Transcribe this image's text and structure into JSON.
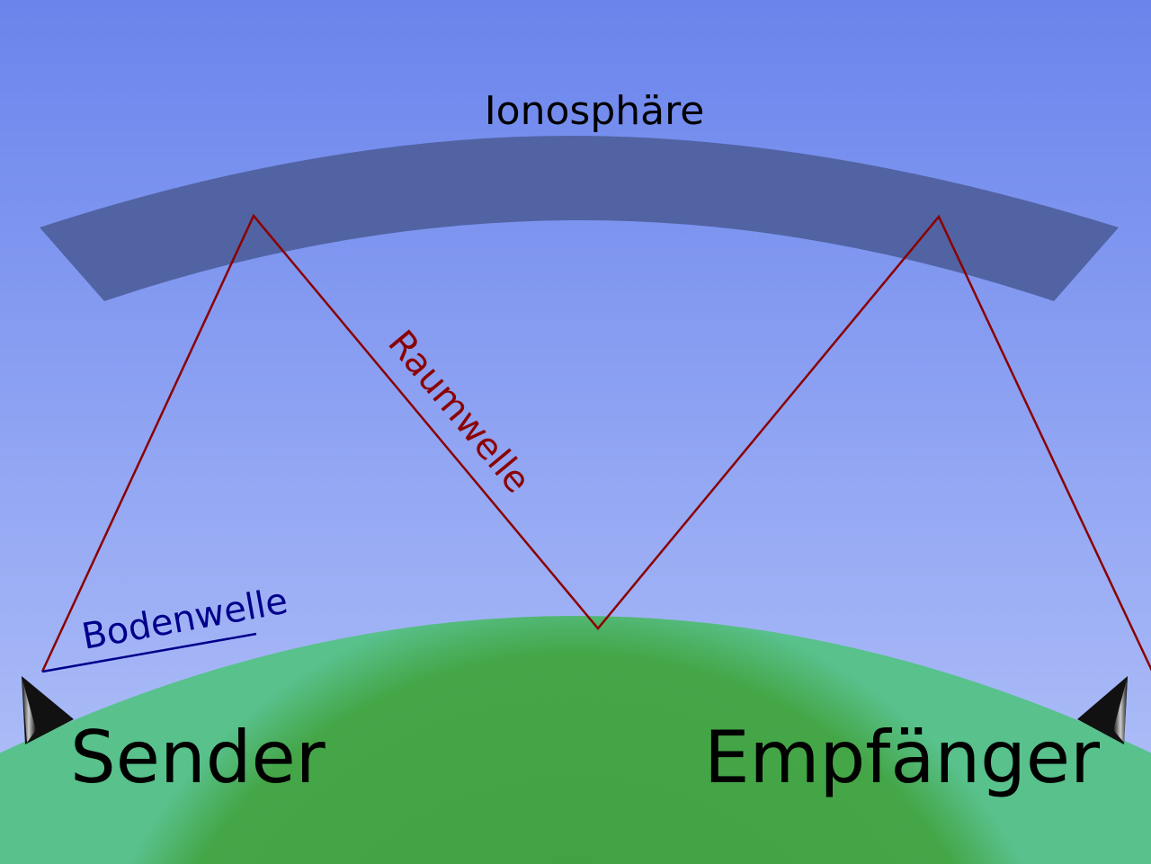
{
  "labels": {
    "ionosphere": "Ionosphäre",
    "sky_wave": "Raumwelle",
    "ground_wave": "Bodenwelle",
    "transmitter": "Sender",
    "receiver": "Empfänger"
  },
  "colors": {
    "sky_top": "#6a84ec",
    "sky_bottom": "#b4c3f9",
    "ionosphere_band": "#5163a3",
    "earth_center": "#3f9f3e",
    "earth_edge": "#58c18c",
    "sky_wave": "#8b0000",
    "ground_wave": "#00008b",
    "antenna": "#111111",
    "label_text": "#000000"
  }
}
